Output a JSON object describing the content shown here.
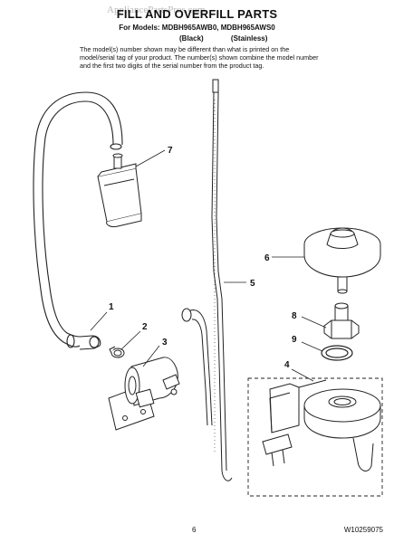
{
  "header": {
    "title": "FILL AND OVERFILL PARTS",
    "watermark": "AppliancePartsPros.com",
    "models_line": "For Models: MDBH965AWB0, MDBH965AWS0",
    "variants": [
      "(Black)",
      "(Stainless)"
    ],
    "note": "The model(s) number shown may be different than what is printed on the model/serial tag of your product. The number(s) shown combine the model number and the first two digits of the serial number from the product tag."
  },
  "callouts": [
    {
      "id": "1",
      "label": "1"
    },
    {
      "id": "2",
      "label": "2"
    },
    {
      "id": "3",
      "label": "3"
    },
    {
      "id": "4",
      "label": "4"
    },
    {
      "id": "5",
      "label": "5"
    },
    {
      "id": "6",
      "label": "6"
    },
    {
      "id": "7",
      "label": "7"
    },
    {
      "id": "8",
      "label": "8"
    },
    {
      "id": "9",
      "label": "9"
    }
  ],
  "footer": {
    "page_number": "6",
    "doc_code": "W10259075"
  }
}
